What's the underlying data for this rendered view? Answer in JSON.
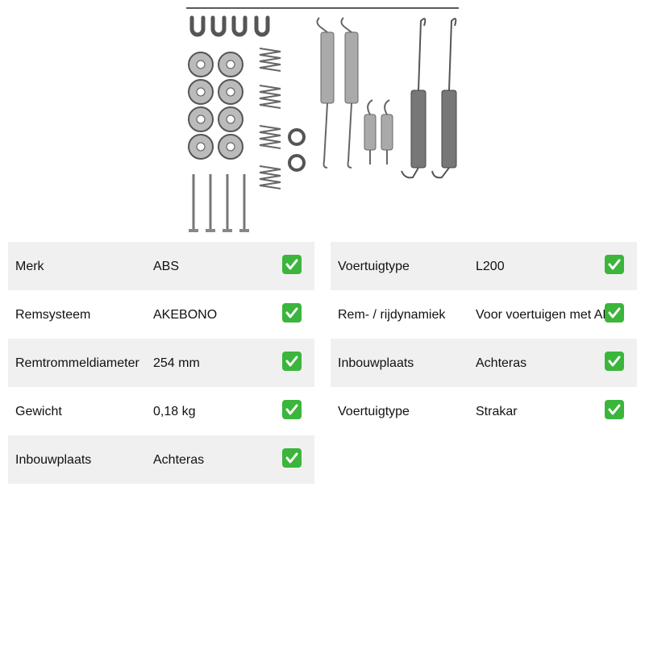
{
  "left_table": [
    {
      "label": "Merk",
      "value": "ABS"
    },
    {
      "label": "Remsysteem",
      "value": "AKEBONO"
    },
    {
      "label": "Remtrommeldiameter",
      "value": "254 mm"
    },
    {
      "label": "Gewicht",
      "value": "0,18 kg"
    },
    {
      "label": "Inbouwplaats",
      "value": "Achteras"
    }
  ],
  "right_table": [
    {
      "label": "Voertuigtype",
      "value": "L200"
    },
    {
      "label": "Rem- / rijdynamiek",
      "value": "Voor voertuigen met ABS"
    },
    {
      "label": "Inbouwplaats",
      "value": "Achteras"
    },
    {
      "label": "Voertuigtype",
      "value": "Strakar"
    }
  ],
  "colors": {
    "row_shade": "#f0f0f0",
    "check_green": "#3bb53b"
  },
  "icons": {
    "check": "check-mark-icon",
    "product": "brake-shoe-accessory-kit-image"
  }
}
